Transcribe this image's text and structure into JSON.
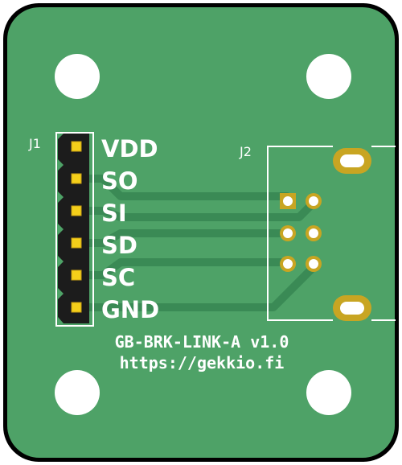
{
  "board": {
    "colors": {
      "outline": "#000000",
      "solder_mask": "#4ea267",
      "trace": "#3a8a55",
      "silkscreen": "#ffffff",
      "pad": "#f5cf1a",
      "pad_outline": "#c9a114",
      "plated_ring": "#c8a522",
      "header_body": "#1c1c1c",
      "drill": "#ffffff"
    },
    "mounting_hole_count": 4
  },
  "j1": {
    "ref": "J1",
    "pins": [
      {
        "label": "VDD"
      },
      {
        "label": "SO"
      },
      {
        "label": "SI"
      },
      {
        "label": "SD"
      },
      {
        "label": "SC"
      },
      {
        "label": "GND"
      }
    ]
  },
  "j2": {
    "ref": "J2"
  },
  "silkscreen": {
    "name": "GB-BRK-LINK-A v1.0",
    "url": "https://gekkio.fi"
  }
}
